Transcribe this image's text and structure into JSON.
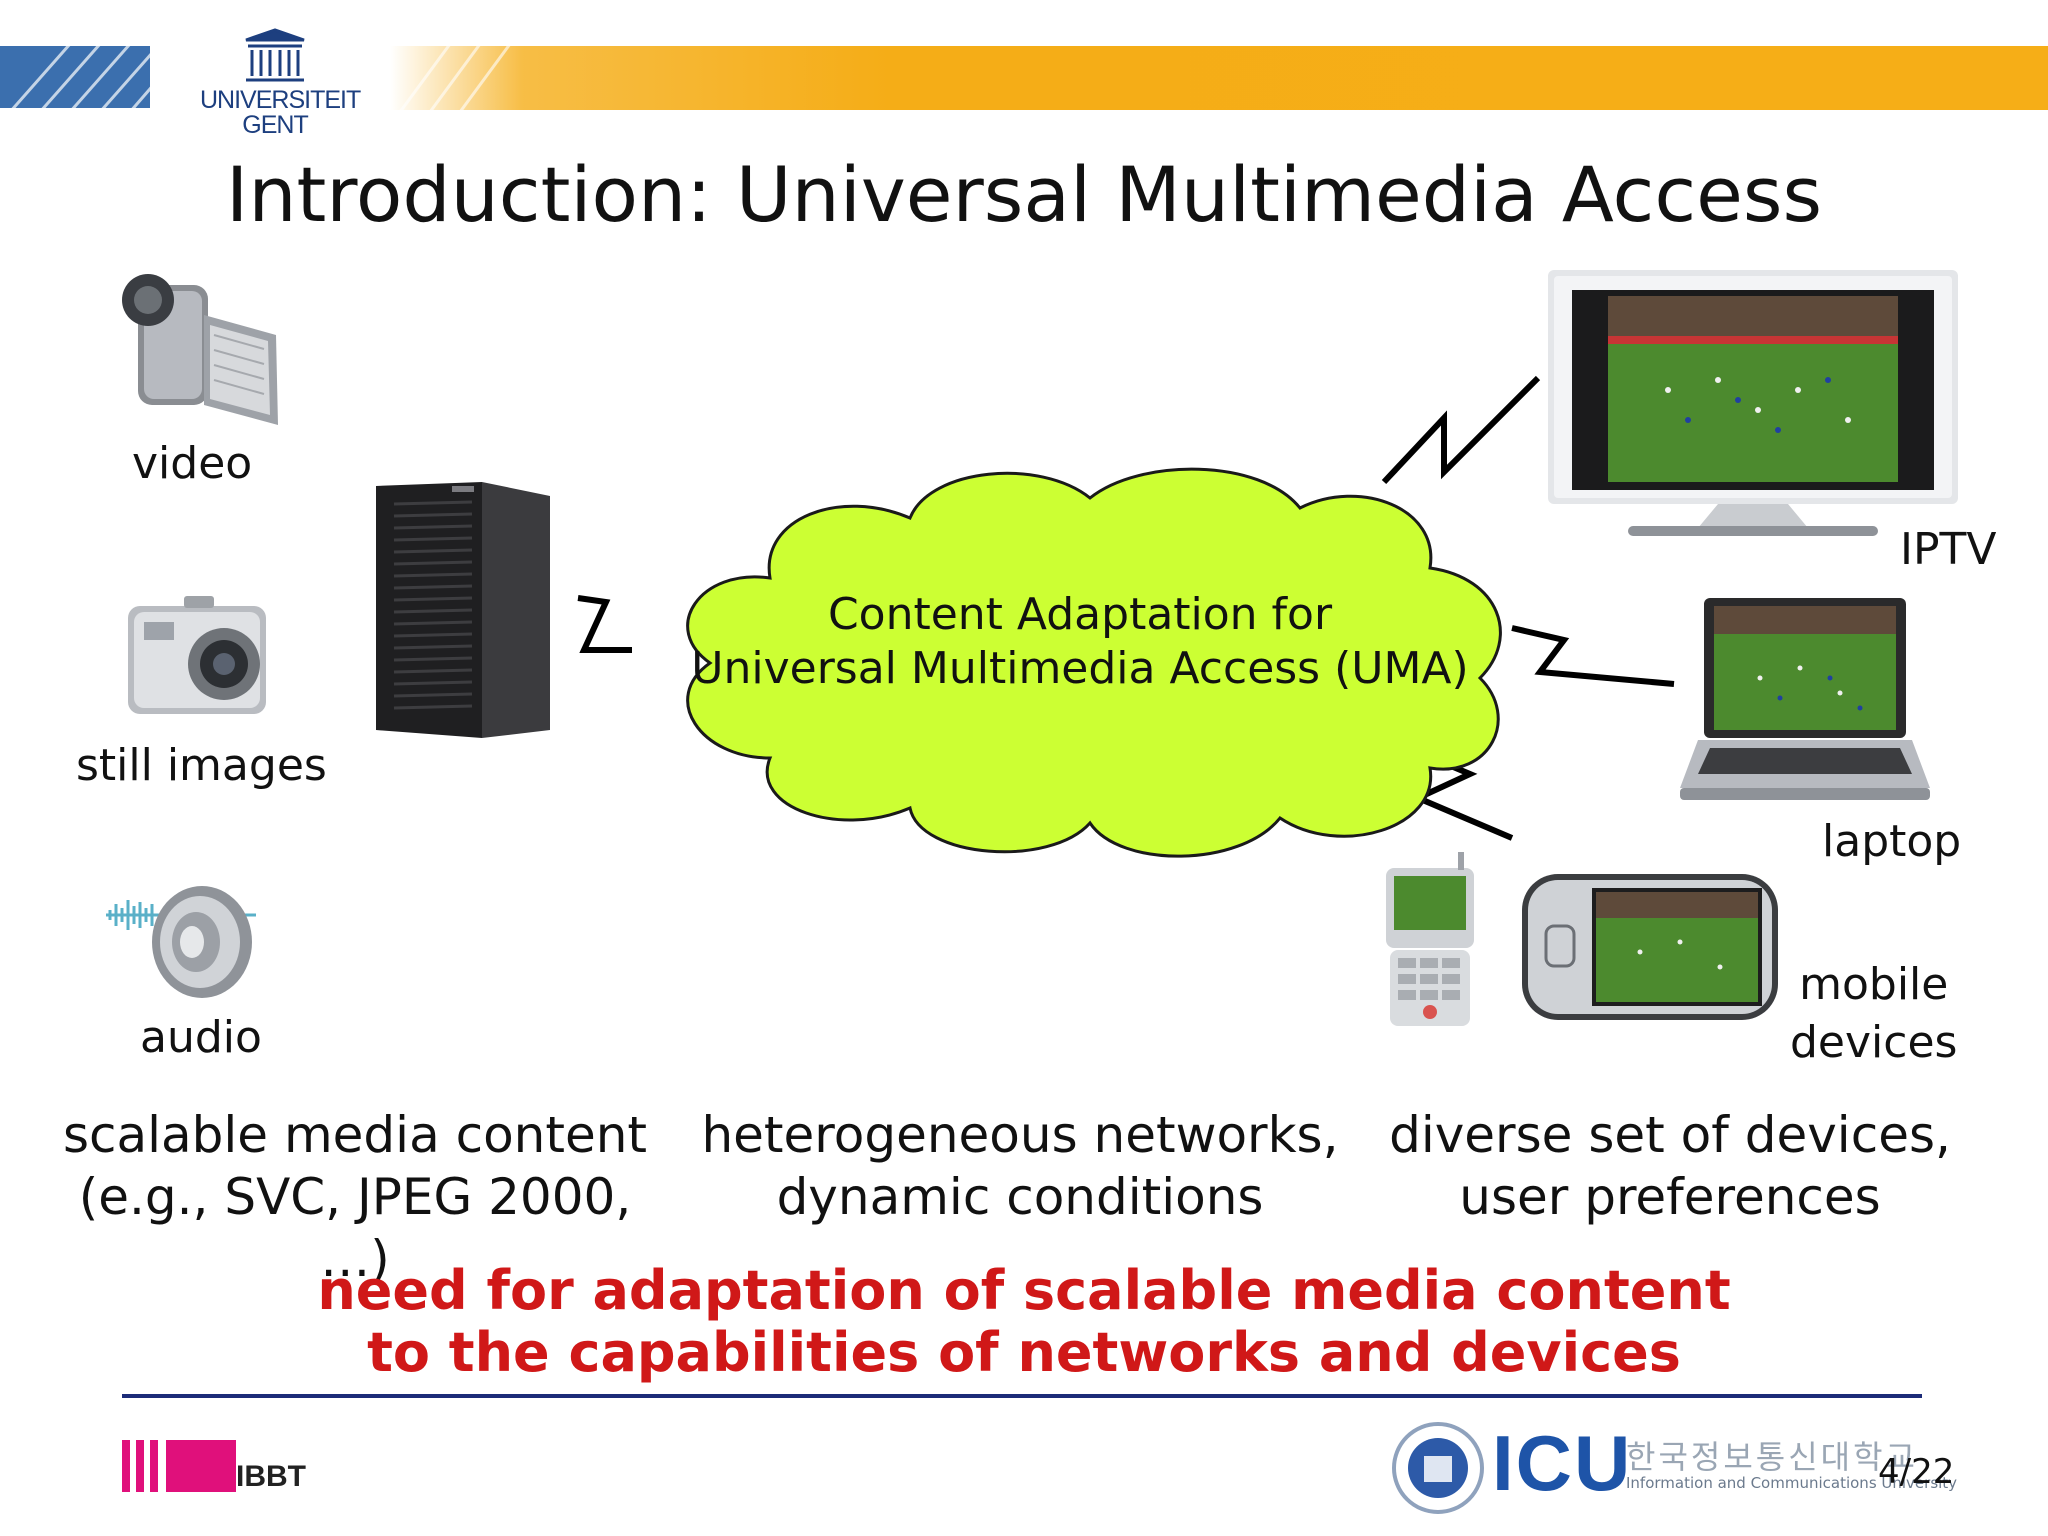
{
  "header": {
    "logo_name": "UNIVERSITEIT GENT",
    "accent_color": "#f5ad17"
  },
  "slide": {
    "title": "Introduction: Universal Multimedia Access",
    "sources": {
      "video": "video",
      "still_images": "still images",
      "audio": "audio"
    },
    "cloud": {
      "line1": "Content Adaptation for",
      "line2": "Universal Multimedia Access (UMA)",
      "color": "#ccff33"
    },
    "devices": {
      "iptv": "IPTV",
      "laptop": "laptop",
      "mobile_line1": "mobile",
      "mobile_line2": "devices"
    },
    "captions": {
      "left_line1": "scalable media content",
      "left_line2": "(e.g., SVC, JPEG 2000, …)",
      "center_line1": "heterogeneous networks,",
      "center_line2": "dynamic conditions",
      "right_line1": "diverse set of devices,",
      "right_line2": "user preferences"
    },
    "conclusion": {
      "line1": "need for adaptation of scalable media content",
      "line2": "to the capabilities of networks and devices",
      "color": "#d01818"
    }
  },
  "footer": {
    "ibbt": "IBBT",
    "icu": "ICU",
    "icu_korean": "한국정보통신대학교",
    "icu_english": "Information and Communications University",
    "page": "4/22"
  }
}
